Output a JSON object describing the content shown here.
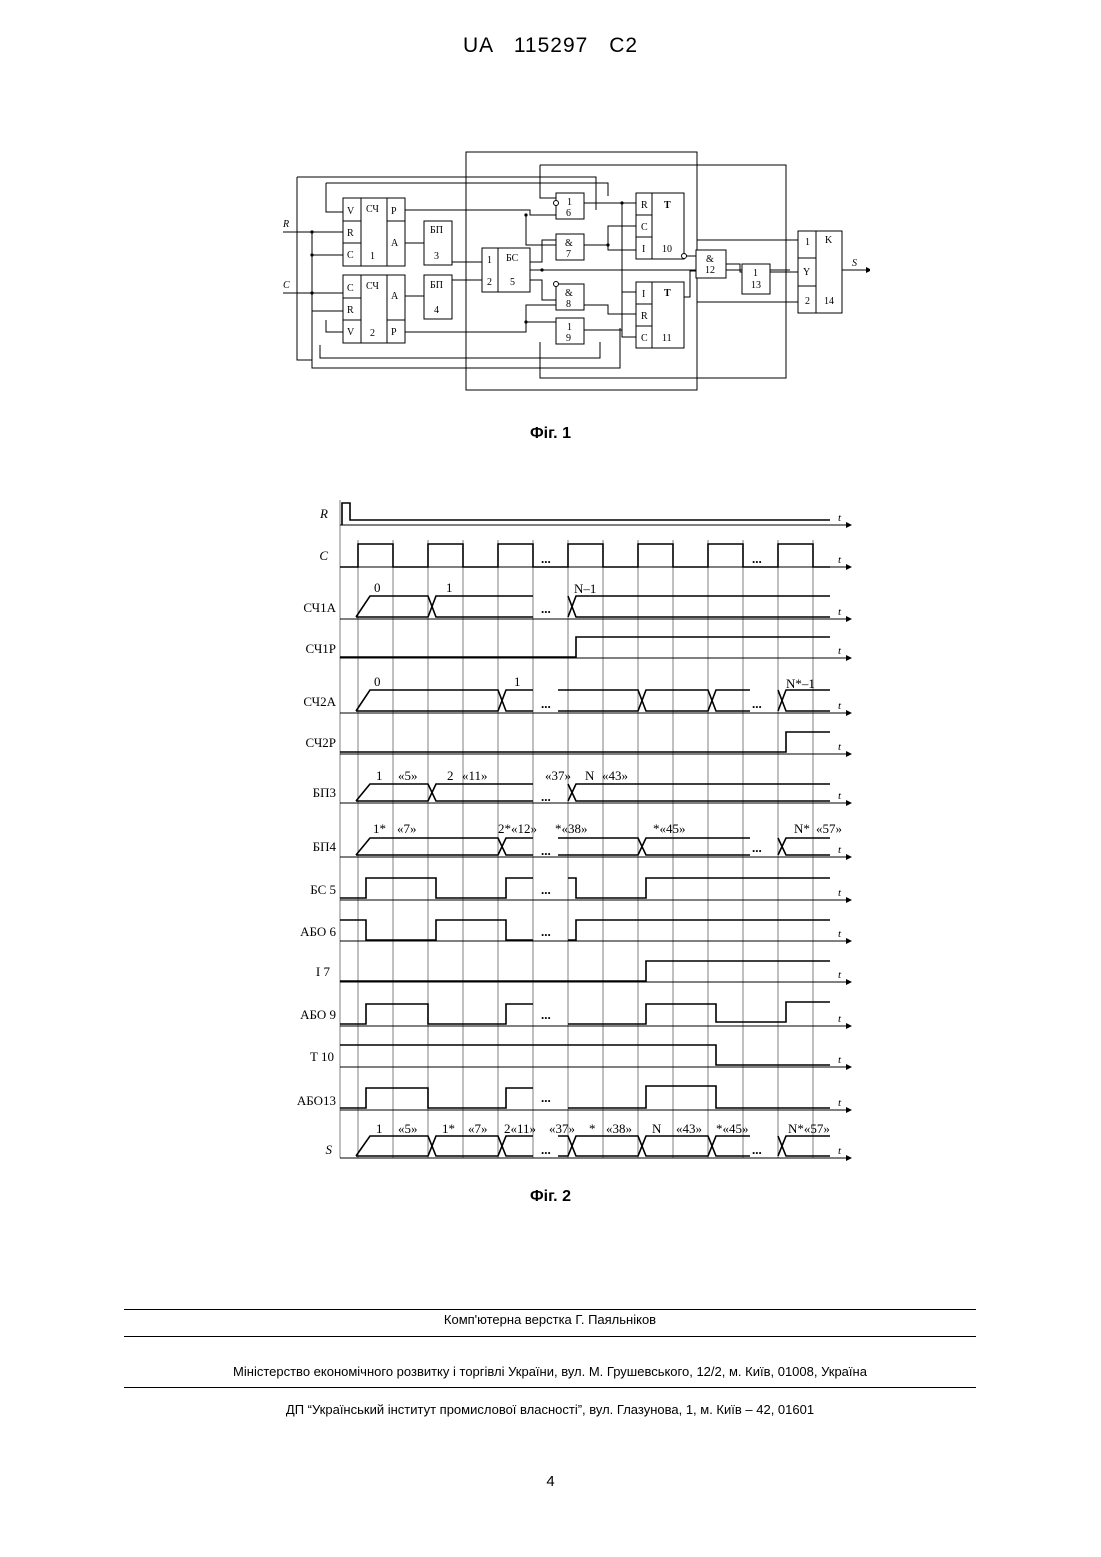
{
  "header": {
    "office": "UA",
    "number": "115297",
    "kind": "C2"
  },
  "fig1": {
    "caption": "Фіг. 1",
    "inputs": [
      "R",
      "C"
    ],
    "output": "S",
    "blocks": [
      {
        "name": "СЧ",
        "num": "1",
        "left_pins": [
          "V",
          "R",
          "C"
        ],
        "right_pins": [
          "P",
          "A"
        ]
      },
      {
        "name": "СЧ",
        "num": "2",
        "left_pins": [
          "C",
          "R",
          "V"
        ],
        "right_pins": [
          "A",
          "P"
        ]
      },
      {
        "name": "БП",
        "num": "3"
      },
      {
        "name": "БП",
        "num": "4"
      },
      {
        "name": "БС",
        "num": "5",
        "pins": [
          "1",
          "2"
        ]
      },
      {
        "name": "1",
        "num": "6"
      },
      {
        "name": "&",
        "num": "7"
      },
      {
        "name": "&",
        "num": "8"
      },
      {
        "name": "1",
        "num": "9"
      },
      {
        "name": "T",
        "num": "10",
        "pins": [
          "R",
          "C",
          "I"
        ]
      },
      {
        "name": "T",
        "num": "11",
        "pins": [
          "I",
          "R",
          "C"
        ]
      },
      {
        "name": "&",
        "num": "12"
      },
      {
        "name": "1",
        "num": "13"
      },
      {
        "name": "K",
        "num": "14",
        "pins": [
          "1",
          "Y",
          "2"
        ]
      }
    ]
  },
  "fig2": {
    "caption": "Фіг. 2",
    "time_label": "t",
    "signals": [
      "R",
      "C",
      "СЧ1A",
      "СЧ1P",
      "СЧ2A",
      "СЧ2P",
      "БП3",
      "БП4",
      "БС 5",
      "АБО 6",
      "I 7",
      "АБО 9",
      "T 10",
      "АБО13",
      "S"
    ],
    "ellipsis": "...",
    "annotations": {
      "c1a": [
        "0",
        "1",
        "N–1"
      ],
      "c2a": [
        "0",
        "1",
        "N*–1"
      ],
      "bp3": [
        "1",
        "«5»",
        "2",
        "«11»",
        "«37»",
        "N",
        "«43»"
      ],
      "bp4": [
        "1*",
        "«7»",
        "2*«12»",
        "*«38»",
        "*«45»",
        "N*",
        "«57»"
      ],
      "s": [
        "1",
        "«5»",
        "1*",
        "«7»",
        "2«11»",
        "«37»",
        "*",
        "«38»",
        "N",
        "«43»",
        "*«45»",
        "N*«57»"
      ]
    }
  },
  "footer": {
    "line1": "Комп'ютерна верстка Г. Паяльніков",
    "line2": "Міністерство економічного розвитку і торгівлі України, вул. М. Грушевського, 12/2, м. Київ, 01008, Україна",
    "line3": "ДП “Український інститут промислової власності”, вул. Глазунова, 1, м. Київ – 42, 01601"
  },
  "page_number": "4"
}
